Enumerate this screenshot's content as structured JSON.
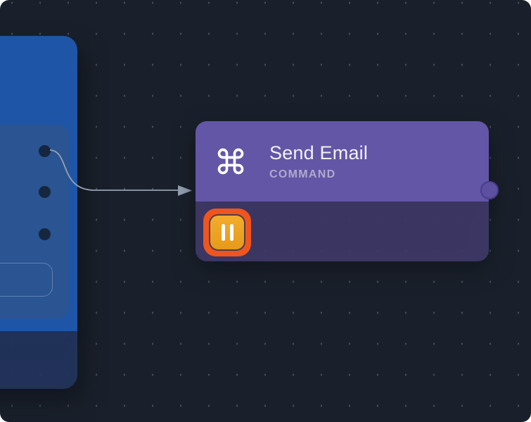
{
  "theme": {
    "canvas_bg": "#1a202b",
    "dot": "rgba(150,158,170,0.38)",
    "edge": "#94a1b1",
    "blue_body": "#1f55a6",
    "blue_panel": "#2a5492",
    "blue_footer": "rgba(37,57,104,0.8)",
    "blue_port": "#16263e",
    "outline_btn": "rgba(150,176,208,0.5)",
    "purple_header": "#6356a6",
    "purple_body": "rgba(67,60,110,0.85)",
    "purple_port": "#5e50a0",
    "purple_port_rim": "#473c8a",
    "pause_ring": "#f0551e",
    "pause_fill_top": "#f4ac2c",
    "pause_fill_bottom": "#e69a1b",
    "title_color": "#f2f1f7",
    "subtitle_color": "#b1a9cc"
  },
  "source_node": {
    "port_count": 3
  },
  "send_email_node": {
    "title": "Send Email",
    "subtitle": "COMMAND",
    "icon": "command",
    "status_icon": "pause"
  }
}
